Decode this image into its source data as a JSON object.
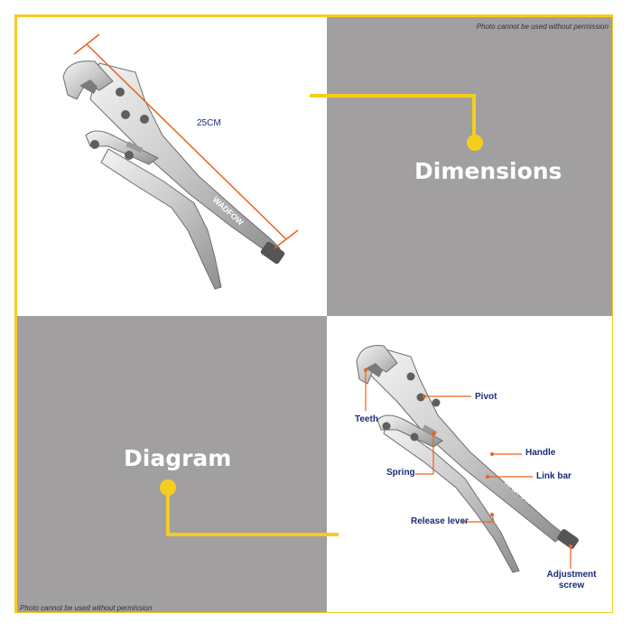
{
  "watermark": "Photo cannot be used without permission",
  "headings": {
    "dimensions": "Dimensions",
    "diagram": "Diagram"
  },
  "dimension": {
    "length_label": "25CM"
  },
  "brand_mark": "WADFOW",
  "parts": {
    "teeth": "Teeth",
    "pivot": "Pivot",
    "handle": "Handle",
    "spring": "Spring",
    "link_bar": "Link bar",
    "release_lever": "Release lever",
    "adjustment_screw": "Adjustment screw"
  },
  "colors": {
    "accent_yellow": "#f5cd1e",
    "panel_gray": "#a19f9f",
    "callout_orange": "#e8641e",
    "label_navy": "#1a2b7a"
  }
}
